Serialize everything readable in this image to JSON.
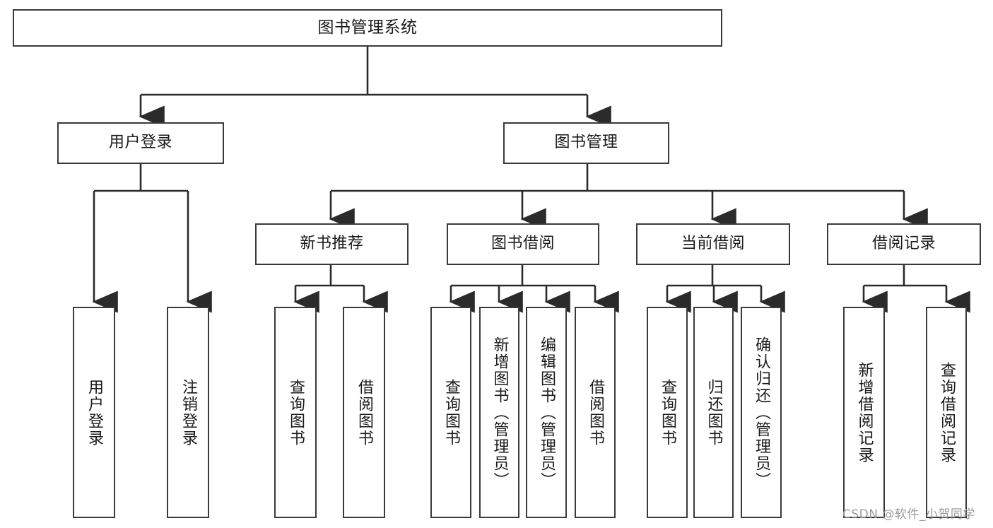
{
  "diagram": {
    "type": "tree",
    "title": "图书管理系统",
    "root": {
      "label": "图书管理系统"
    },
    "level2": [
      {
        "label": "用户登录"
      },
      {
        "label": "图书管理"
      }
    ],
    "level3": [
      {
        "label": "新书推荐"
      },
      {
        "label": "图书借阅"
      },
      {
        "label": "当前借阅"
      },
      {
        "label": "借阅记录"
      }
    ],
    "leaves": {
      "user_login": [
        {
          "label": "用户登录"
        },
        {
          "label": "注销登录"
        }
      ],
      "new_book_recommend": [
        {
          "label": "查询图书"
        },
        {
          "label": "借阅图书"
        }
      ],
      "book_borrow": [
        {
          "label": "查询图书"
        },
        {
          "label": "新增图书（管理员）"
        },
        {
          "label": "编辑图书（管理员）"
        },
        {
          "label": "借阅图书"
        }
      ],
      "current_borrow": [
        {
          "label": "查询图书"
        },
        {
          "label": "归还图书"
        },
        {
          "label": "确认归还（管理员）"
        }
      ],
      "borrow_record": [
        {
          "label": "新增借阅记录"
        },
        {
          "label": "查询借阅记录"
        }
      ]
    }
  },
  "watermark": {
    "text": "CSDN @软件_小贺同学"
  },
  "colors": {
    "border": "#3a3a3a",
    "background": "#ffffff",
    "text": "#1a1a1a",
    "watermark": "#9a9a9a"
  }
}
